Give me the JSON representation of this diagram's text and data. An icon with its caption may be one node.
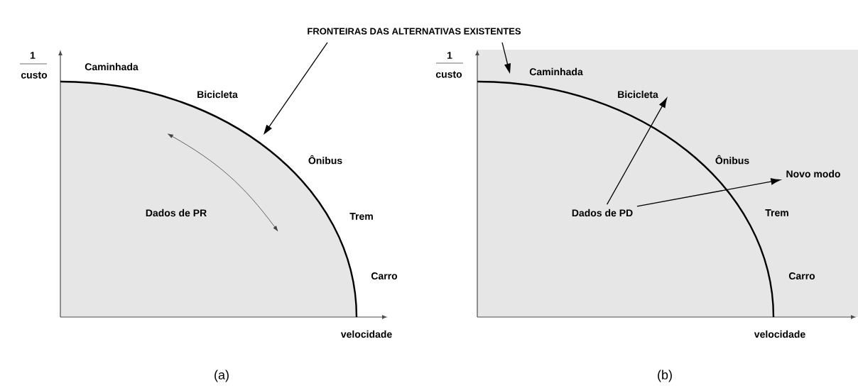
{
  "diagram": {
    "nodes": [
      {
        "text": [
          "FRONTEIRAS DAS ALTERNATIVAS EXISTENTES"
        ]
      },
      {
        "text": [
          "Bicicleta"
        ]
      },
      {
        "text": [
          "Novo modo"
        ]
      },
      {
        "text": [
          "Dados de PD"
        ]
      }
    ],
    "edges": [
      {
        "from": 0,
        "to": null,
        "arrow": "to"
      },
      {
        "from": 0,
        "to": null,
        "arrow": "to"
      },
      {
        "from": 3,
        "to": 1,
        "arrow": "to"
      },
      {
        "from": 3,
        "to": 2,
        "arrow": "to"
      }
    ],
    "labels": [
      "1",
      "custo",
      "Caminhada",
      "Bicicleta",
      "Ônibus",
      "Dados de PR",
      "Trem",
      "Carro",
      "velocidade",
      "(a)",
      "1",
      "custo",
      "Caminhada",
      "Ônibus",
      "Trem",
      "Carro",
      "velocidade",
      "(b)"
    ]
  }
}
